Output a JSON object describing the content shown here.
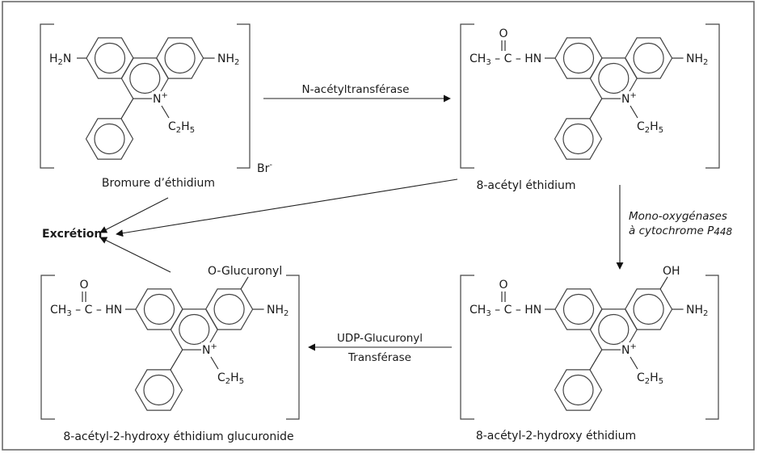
{
  "diagram": {
    "type": "metabolic-pathway",
    "colors": {
      "line": "#333333",
      "text": "#1a1a1a",
      "frame": "#6a6a6a",
      "background": "#ffffff"
    },
    "compounds": [
      {
        "id": "mol1",
        "name": "Bromure d’éthidium",
        "left_substituent": {
          "text": "H",
          "sub": "2",
          "tail": "N"
        },
        "right_substituent": {
          "text": "NH",
          "sub": "2"
        },
        "top_substituent": null,
        "counter_ion": {
          "text": "Br",
          "sup": "-"
        },
        "n_label": {
          "text": "N",
          "sup": "+"
        },
        "ethyl": {
          "c": "C",
          "c_sub": "2",
          "h": "H",
          "h_sub": "5"
        }
      },
      {
        "id": "mol2",
        "name": "8-acétyl éthidium",
        "acetyl": {
          "o": "O",
          "ch3": "CH",
          "ch3_sub": "3",
          "c": "– C –",
          "hn": "HN"
        },
        "right_substituent": {
          "text": "NH",
          "sub": "2"
        },
        "top_substituent": null,
        "n_label": {
          "text": "N",
          "sup": "+"
        },
        "ethyl": {
          "c": "C",
          "c_sub": "2",
          "h": "H",
          "h_sub": "5"
        }
      },
      {
        "id": "mol3",
        "name": "8-acétyl-2-hydroxy éthidium",
        "acetyl": {
          "o": "O",
          "ch3": "CH",
          "ch3_sub": "3",
          "c": "– C –",
          "hn": "HN"
        },
        "right_substituent": {
          "text": "NH",
          "sub": "2"
        },
        "top_substituent": "OH",
        "n_label": {
          "text": "N",
          "sup": "+"
        },
        "ethyl": {
          "c": "C",
          "c_sub": "2",
          "h": "H",
          "h_sub": "5"
        }
      },
      {
        "id": "mol4",
        "name": "8-acétyl-2-hydroxy éthidium glucuronide",
        "acetyl": {
          "o": "O",
          "ch3": "CH",
          "ch3_sub": "3",
          "c": "– C –",
          "hn": "HN"
        },
        "right_substituent": {
          "text": "NH",
          "sub": "2"
        },
        "top_substituent": "O-Glucuronyl",
        "n_label": {
          "text": "N",
          "sup": "+"
        },
        "ethyl": {
          "c": "C",
          "c_sub": "2",
          "h": "H",
          "h_sub": "5"
        }
      }
    ],
    "reactions": [
      {
        "id": "r1",
        "from": "mol1",
        "to": "mol2",
        "enzyme": "N-acétyltransférase"
      },
      {
        "id": "r2",
        "from": "mol2",
        "to": "mol3",
        "enzyme_line1": "Mono-oxygénases",
        "enzyme_line2_prefix": "à cytochrome P",
        "enzyme_line2_sub": "448"
      },
      {
        "id": "r3",
        "from": "mol3",
        "to": "mol4",
        "enzyme_line1": "UDP-Glucuronyl",
        "enzyme_line2": "Transférase"
      }
    ],
    "excretion": {
      "label": "Excrétion",
      "sources": [
        "mol1",
        "mol2",
        "mol4"
      ]
    }
  }
}
